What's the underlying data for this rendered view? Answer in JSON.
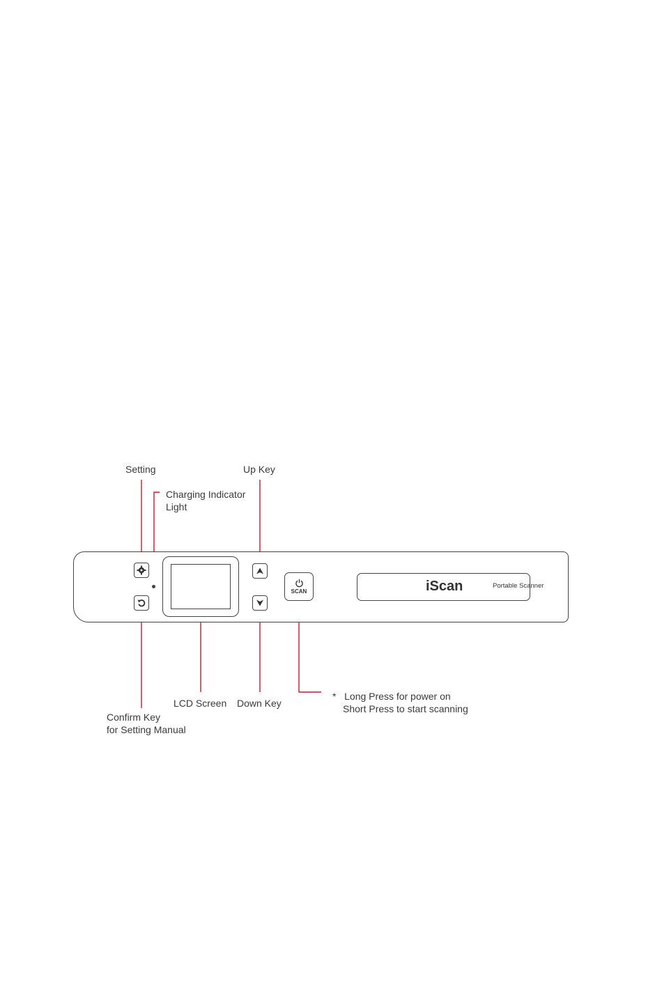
{
  "colors": {
    "leader_line": "#c41a2e",
    "outline": "#444444",
    "text": "#3a3a3a"
  },
  "labels": {
    "setting": "Setting",
    "charging_line1": "Charging Indicator",
    "charging_line2": "Light",
    "up_key": "Up Key",
    "confirm_line1": "Confirm Key",
    "confirm_line2": "for Setting Manual",
    "lcd_screen": "LCD Screen",
    "down_key": "Down Key",
    "scan_note_line1": "*   Long Press for power on",
    "scan_note_line2": "Short Press to start scanning"
  },
  "device": {
    "scan_button_text": "SCAN",
    "brand_name": "iScan",
    "brand_subtitle": "Portable Scanner"
  },
  "icons": {
    "setting": "gear-icon",
    "confirm": "return-arrow-icon",
    "up": "triangle-up-icon",
    "down": "triangle-down-icon",
    "power": "power-icon"
  }
}
